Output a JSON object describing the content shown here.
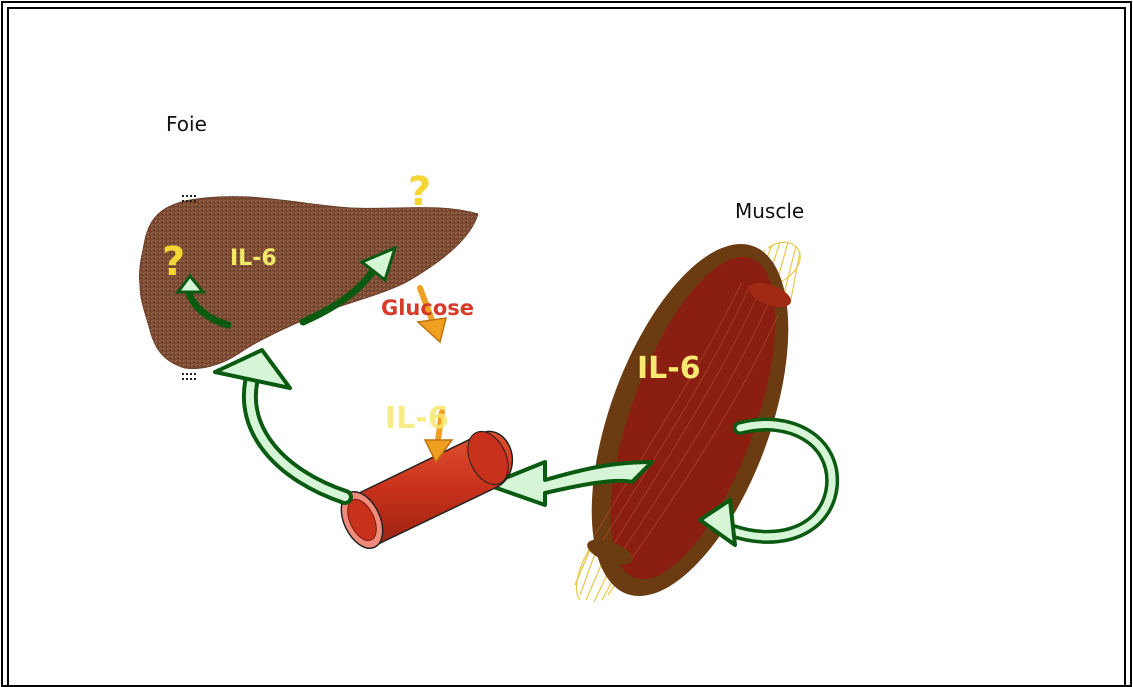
{
  "labels": {
    "liver": "Foie",
    "muscle": "Muscle",
    "il6_liver": "IL-6",
    "il6_muscle": "IL-6",
    "il6_vessel": "IL-6",
    "glucose": "Glucose",
    "question_1": "?",
    "question_2": "?"
  },
  "colors": {
    "liver": "#7a4a32",
    "liver_speckle": "#a06a48",
    "muscle_body": "#7c1c10",
    "muscle_outer": "#6b3c12",
    "muscle_tendon": "#e8c84a",
    "vessel": "#c8311c",
    "vessel_inner": "#f08a7a",
    "arrow_dark_green": "#0b5a12",
    "arrow_light_fill": "#d6f5d6",
    "orange_arrow": "#f0a020",
    "text_yellow": "#f2e86a",
    "text_red": "#d63a2a"
  }
}
